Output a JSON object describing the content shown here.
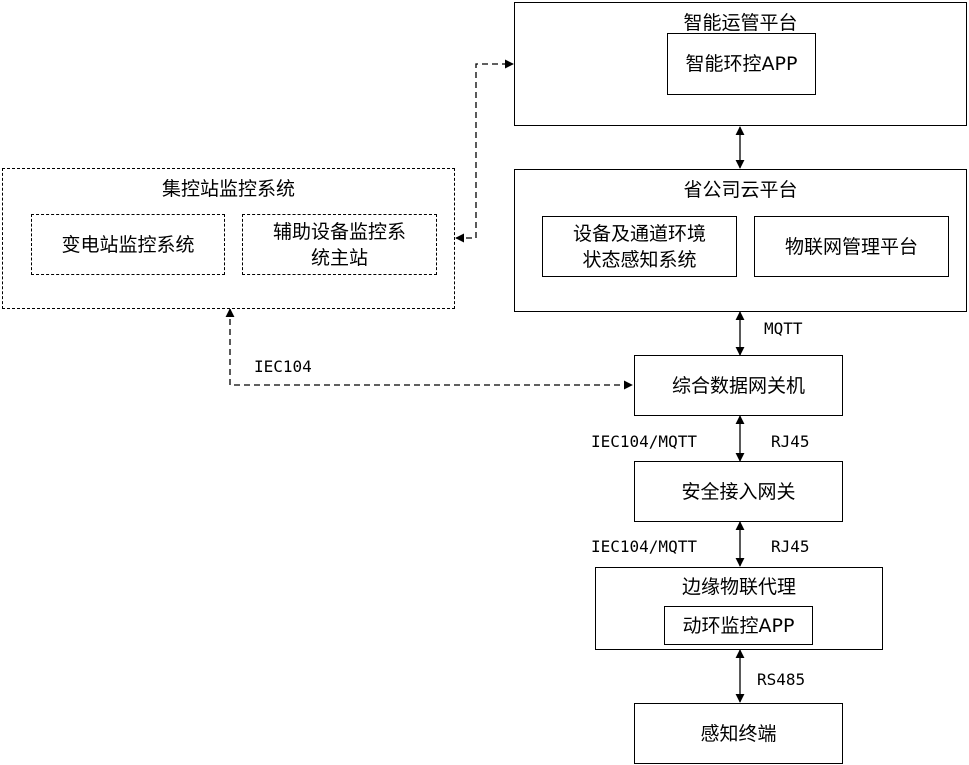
{
  "nodes": {
    "smart_ops_platform": "智能运管平台",
    "smart_env_app": "智能环控APP",
    "central_monitor_system": "集控站监控系统",
    "substation_monitor": "变电站监控系统",
    "aux_monitor_line1": "辅助设备监控系",
    "aux_monitor_line2": "统主站",
    "provincial_cloud": "省公司云平台",
    "env_sense_line1": "设备及通道环境",
    "env_sense_line2": "状态感知系统",
    "iot_mgmt": "物联网管理平台",
    "data_gateway": "综合数据网关机",
    "secure_gateway": "安全接入网关",
    "edge_iot_agent": "边缘物联代理",
    "power_env_app": "动环监控APP",
    "sensing_terminal": "感知终端"
  },
  "links": {
    "mqtt": "MQTT",
    "iec104": "IEC104",
    "iec104_mqtt_1": "IEC104/MQTT",
    "rj45_1": "RJ45",
    "iec104_mqtt_2": "IEC104/MQTT",
    "rj45_2": "RJ45",
    "rs485": "RS485"
  }
}
